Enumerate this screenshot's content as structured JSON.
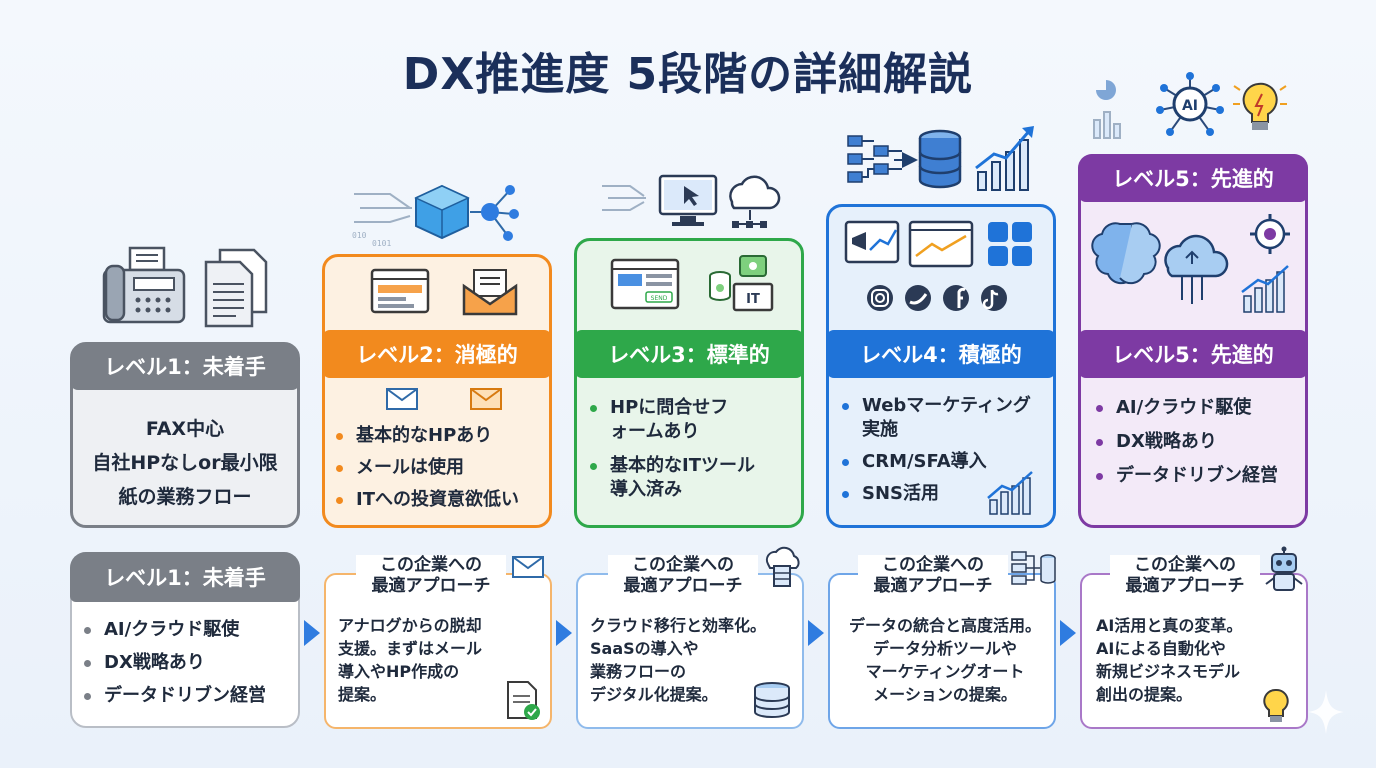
{
  "title": "DX推進度 5段階の詳細解説",
  "levels": [
    {
      "label": "レベル1：未着手",
      "color": "#7a7f87",
      "points": [
        "FAX中心",
        "自社HPなしor最小限",
        "紙の業務フロー"
      ]
    },
    {
      "label": "レベル2：消極的",
      "color": "#f28a1e",
      "points": [
        "基本的なHPあり",
        "メールは使用",
        "ITへの投資意欲低い"
      ]
    },
    {
      "label": "レベル3：標準的",
      "color": "#2ea84a",
      "points": [
        "HPに問合せフォームあり",
        "基本的なITツール導入済み"
      ]
    },
    {
      "label": "レベル4：積極的",
      "color": "#1f73d8",
      "points": [
        "Webマーケティング実施",
        "CRM/SFA導入",
        "SNS活用"
      ]
    },
    {
      "label": "レベル5：先進的",
      "color": "#7d3aa3",
      "points": [
        "AI/クラウド駆使",
        "DX戦略あり",
        "データドリブン経営"
      ]
    }
  ],
  "level5_top_label": "レベル5：先進的",
  "row2_level1": {
    "label": "レベル1：未着手",
    "points": [
      "AI/クラウド駆使",
      "DX戦略あり",
      "データドリブン経営"
    ]
  },
  "approach_heading": "この企業への最適アプローチ",
  "approaches": [
    {
      "lines": [
        "アナログからの脱却",
        "支援。まずはメール",
        "導入やHP作成の",
        "提案。"
      ]
    },
    {
      "lines": [
        "クラウド移行と効率化。",
        "SaaSの導入や",
        "業務フローの",
        "デジタル化提案。"
      ]
    },
    {
      "lines": [
        "データの統合と高度活用。",
        "データ分析ツールや",
        "マーケティングオート",
        "メーションの提案。"
      ]
    },
    {
      "lines": [
        "AI活用と真の変革。",
        "AIによる自動化や",
        "新規ビジネスモデル",
        "創出の提案。"
      ]
    }
  ],
  "icon_text": {
    "ai": "AI",
    "it": "IT",
    "send": "SEND"
  },
  "accent_arrow": "#2f7ce0"
}
